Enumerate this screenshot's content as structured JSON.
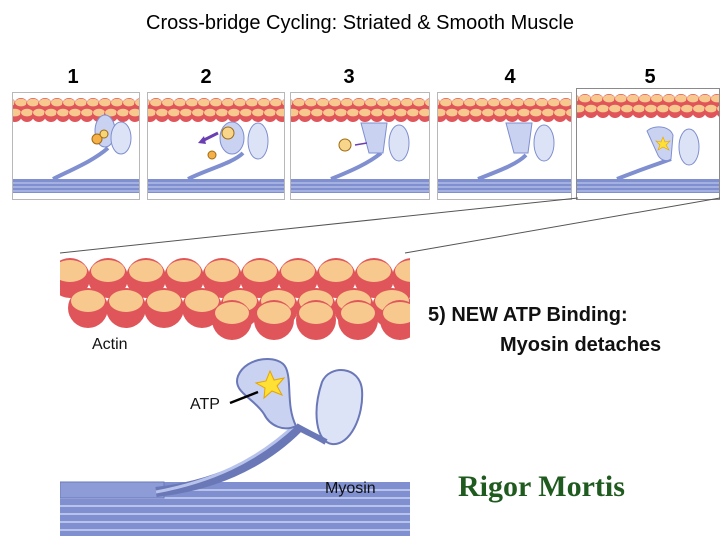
{
  "title": "Cross-bridge Cycling:  Striated & Smooth Muscle",
  "steps": [
    "1",
    "2",
    "3",
    "4",
    "5"
  ],
  "detail": {
    "step_heading": "5) NEW ATP Binding:",
    "step_subheading": "Myosin detaches",
    "actin_label": "Actin",
    "atp_label": "ATP",
    "myosin_label": "Myosin"
  },
  "footer_text": "Rigor Mortis",
  "colors": {
    "actin_red": "#e0555a",
    "actin_peach": "#f7c98f",
    "myosin_blue": "#7f8fcf",
    "myosin_light": "#c9d2f0",
    "atp_yellow": "#ffe034",
    "arrow_purple": "#6a3fb3",
    "rigor_green": "#1f5a1f"
  }
}
